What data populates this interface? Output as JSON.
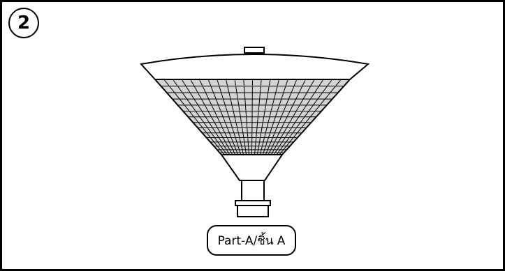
{
  "step": {
    "number": "2"
  },
  "part": {
    "label": "Part-A/ชิ้น A"
  },
  "diagram": {
    "object": "lamp-shade",
    "colors": {
      "outline": "#000000",
      "fill": "#ffffff",
      "grid_fill": "#d4d4d4"
    }
  }
}
